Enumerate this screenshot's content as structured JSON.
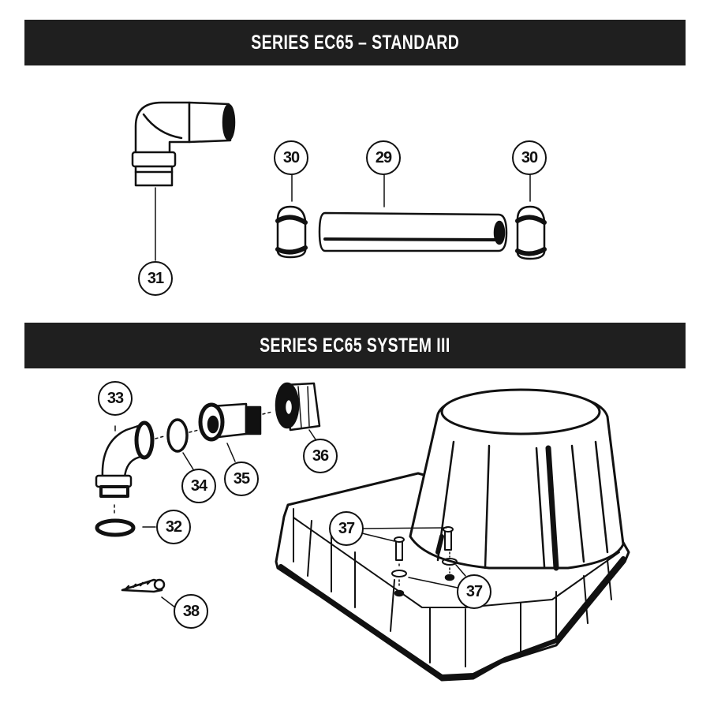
{
  "sections": [
    {
      "title": "SERIES EC65 – STANDARD"
    },
    {
      "title": "SERIES EC65 SYSTEM III"
    }
  ],
  "callouts": {
    "c31": "31",
    "c30a": "30",
    "c29": "29",
    "c30b": "30",
    "c33": "33",
    "c34": "34",
    "c35": "35",
    "c36": "36",
    "c32": "32",
    "c38": "38",
    "c37a": "37",
    "c37b": "37"
  },
  "parts": [
    {
      "number": "29",
      "name": "hose"
    },
    {
      "number": "30",
      "name": "hose-clamp"
    },
    {
      "number": "31",
      "name": "elbow-fitting"
    },
    {
      "number": "32",
      "name": "gasket-washer"
    },
    {
      "number": "33",
      "name": "elbow-fitting"
    },
    {
      "number": "34",
      "name": "o-ring"
    },
    {
      "number": "35",
      "name": "union-adapter"
    },
    {
      "number": "36",
      "name": "union-nut"
    },
    {
      "number": "37",
      "name": "screw-and-washer"
    },
    {
      "number": "38",
      "name": "self-tapping-screw"
    }
  ],
  "colors": {
    "bar": "#1f1f1f",
    "ink": "#111111",
    "paper": "#ffffff"
  }
}
